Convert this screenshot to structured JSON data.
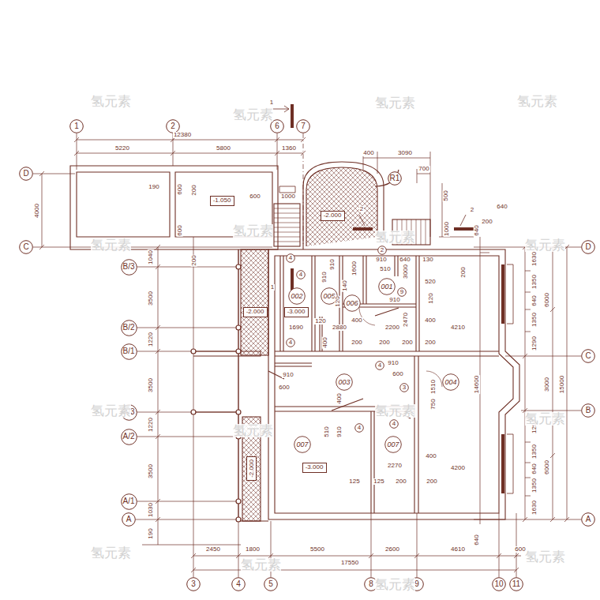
{
  "diagram": {
    "nodes": [
      {
        "text": [
          "1"
        ]
      },
      {
        "text": [
          "2"
        ]
      },
      {
        "text": [
          "6"
        ]
      },
      {
        "text": [
          "7"
        ]
      },
      {
        "text": [
          "D"
        ]
      },
      {
        "text": [
          "C"
        ]
      },
      {
        "text": [
          "B/3"
        ]
      },
      {
        "text": [
          "B/2"
        ]
      },
      {
        "text": [
          "B/1"
        ]
      },
      {
        "text": [
          "A/3"
        ]
      },
      {
        "text": [
          "A/2"
        ]
      },
      {
        "text": [
          "A/1"
        ]
      },
      {
        "text": [
          "A"
        ]
      },
      {
        "text": [
          "D"
        ]
      },
      {
        "text": [
          "C"
        ]
      },
      {
        "text": [
          "B"
        ]
      },
      {
        "text": [
          "A"
        ]
      },
      {
        "text": [
          "3"
        ]
      },
      {
        "text": [
          "4"
        ]
      },
      {
        "text": [
          "5"
        ]
      },
      {
        "text": [
          "8"
        ]
      },
      {
        "text": [
          "9"
        ]
      },
      {
        "text": [
          "10"
        ]
      },
      {
        "text": [
          "11"
        ]
      },
      {
        "text": [
          "R1"
        ]
      },
      {
        "text": [
          "002"
        ]
      },
      {
        "text": [
          "005"
        ]
      },
      {
        "text": [
          "001"
        ]
      },
      {
        "text": [
          "006"
        ]
      },
      {
        "text": [
          "003"
        ]
      },
      {
        "text": [
          "004"
        ]
      },
      {
        "text": [
          "007"
        ]
      },
      {
        "text": [
          "007"
        ]
      },
      {
        "text": [
          "4"
        ]
      },
      {
        "text": [
          "4"
        ]
      },
      {
        "text": [
          "2"
        ]
      },
      {
        "text": [
          "9"
        ]
      },
      {
        "text": [
          "4"
        ]
      },
      {
        "text": [
          "4"
        ]
      },
      {
        "text": [
          "3"
        ]
      },
      {
        "text": [
          "4"
        ]
      },
      {
        "text": [
          "4"
        ]
      },
      {
        "text": [
          "-1.050"
        ]
      },
      {
        "text": [
          "-2.000"
        ]
      },
      {
        "text": [
          "-2.000"
        ]
      },
      {
        "text": [
          "-3.000"
        ]
      },
      {
        "text": [
          "-2.000"
        ]
      },
      {
        "text": [
          "-3.000"
        ]
      }
    ],
    "labels": [
      "1",
      "12380",
      "5220",
      "5800",
      "1360",
      "400",
      "3090",
      "700",
      "500",
      "1000",
      "640",
      "200",
      "640",
      "2",
      "2",
      "4000",
      "190",
      "600",
      "200",
      "600",
      "1000",
      "600",
      "200",
      "1040",
      "3500",
      "1220",
      "3500",
      "1220",
      "3500",
      "1030",
      "190",
      "1",
      "910",
      "1600",
      "910",
      "640",
      "130",
      "510",
      "910",
      "140",
      "120",
      "3000",
      "520",
      "910",
      "120",
      "2470",
      "200",
      "1690",
      "120",
      "2880",
      "400",
      "2200",
      "400",
      "4210",
      "400",
      "200",
      "200",
      "200",
      "200",
      "910",
      "600",
      "910",
      "600",
      "1510",
      "750",
      "14600",
      "6000",
      "3000",
      "6000",
      "15000",
      "1630",
      "1350",
      "640",
      "1350",
      "1290",
      "1290",
      "1350",
      "640",
      "1350",
      "1630",
      "400",
      "510",
      "910",
      "2270",
      "400",
      "4200",
      "125",
      "125",
      "200",
      "200",
      "2450",
      "1800",
      "5500",
      "2600",
      "4610",
      "600",
      "640",
      "17550",
      "氢元素",
      "氢元素",
      "氢元素",
      "氢元素",
      "氢元素",
      "氢元素",
      "氢元素",
      "氢元素",
      "氢元素",
      "氢元素",
      "氢元素",
      "氢元素",
      "氢元素",
      "氢元素",
      "氢元素",
      "氢元素"
    ]
  }
}
